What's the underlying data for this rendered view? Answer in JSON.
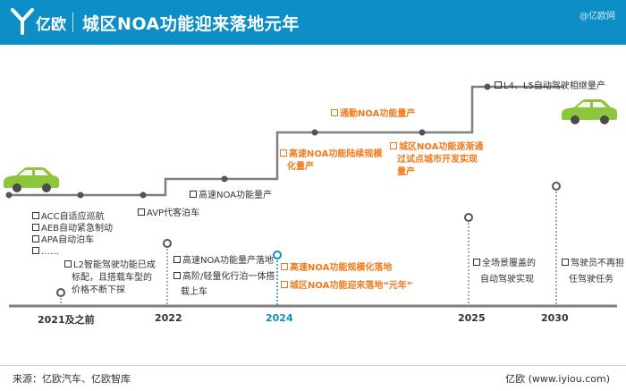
{
  "header": {
    "brand": "亿欧",
    "title": "城区NOA功能迎来落地元年",
    "watermark": "@亿欧网"
  },
  "step_labels": {
    "s1": [
      "ACC自适应巡航",
      "AEB自动紧急制动",
      "APA自动泊车",
      "……"
    ],
    "s2": "AVP代客泊车",
    "s3": "高速NOA功能量产",
    "s4": [
      "高速NOA功能陆续规模",
      "化量产"
    ],
    "s5": "通勤NOA功能量产",
    "s6": [
      "城区NOA功能逐渐通",
      "过试点城市开发实现",
      "量产"
    ],
    "s7": "L4、L5自动驾驶相继量产"
  },
  "timeline_labels": {
    "y2021": [
      "L2智能驾驶功能已成",
      "标配，且搭载车型的",
      "价格不断下探"
    ],
    "y2022": [
      "高速NOA功能量产落地",
      "高阶/轻量化行泊一体搭",
      "载上车"
    ],
    "y2024": [
      "高速NOA功能规模化落地",
      "城区NOA功能迎来落地“元年”"
    ],
    "y2025": [
      "全场景覆盖的",
      "自动驾驶实现"
    ],
    "y2030": [
      "驾驶员不再担",
      "任驾驶任务"
    ]
  },
  "years": [
    "2021及之前",
    "2022",
    "2024",
    "2025",
    "2030"
  ],
  "footer": {
    "source": "来源：亿欧汽车、亿欧智库",
    "credit": "亿欧  (www.iyiou.com)"
  },
  "colors": {
    "header_bg": "#0d8ec7",
    "accent_orange": "#f07a1c",
    "car_green": "#8cc63f",
    "axis_gray": "#7f7f7f",
    "year_2024": "#0d8ec7"
  }
}
